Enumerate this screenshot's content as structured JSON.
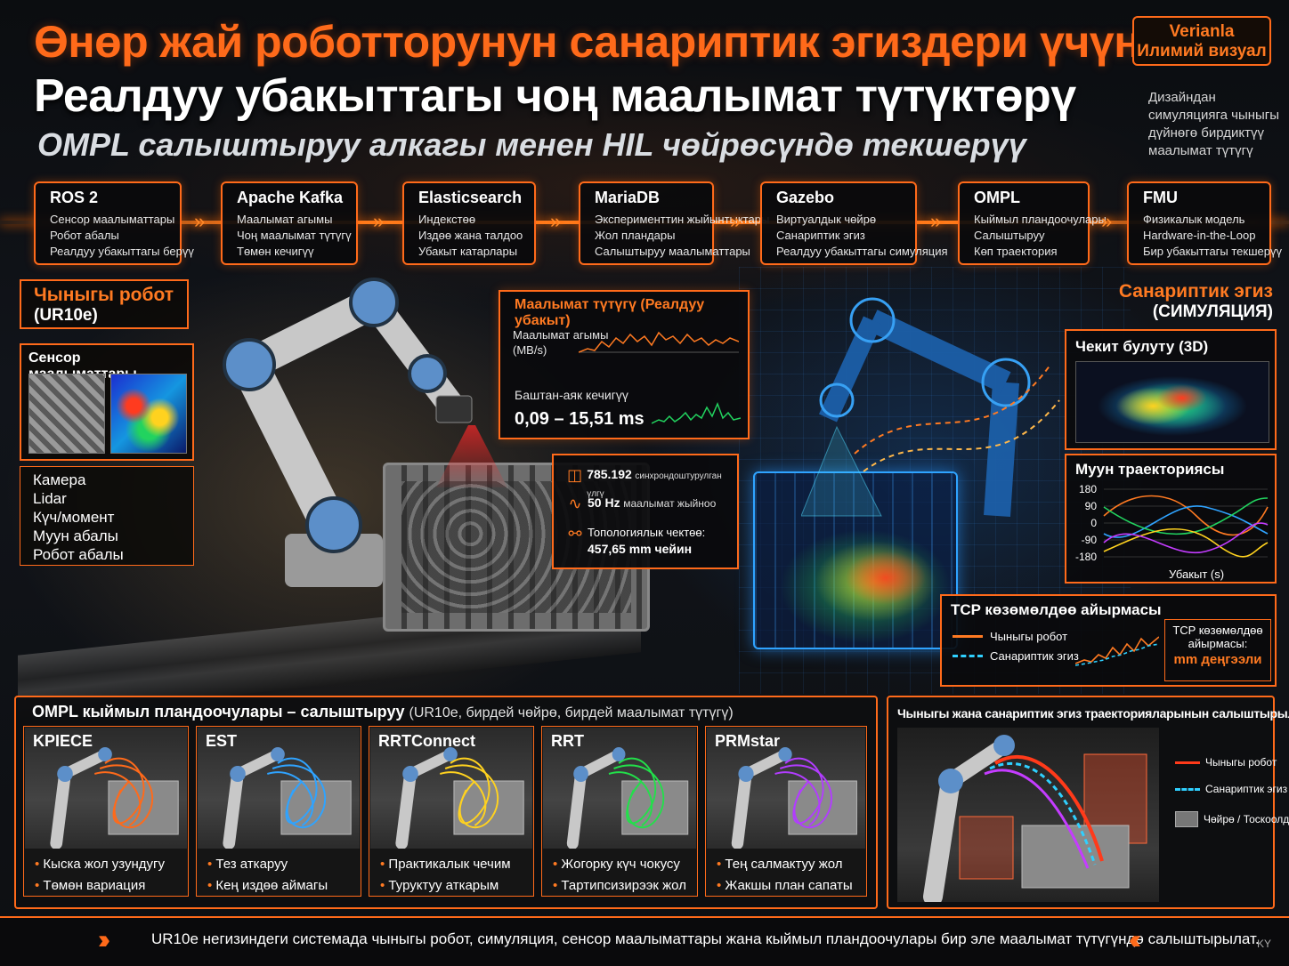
{
  "header": {
    "title_line1": "Өнөр жай роботторунун санариптик эгиздери үчүн",
    "title_line2": "Реалдуу убакыттагы чоң маалымат түтүктөрү",
    "title_line3": "OMPL салыштыруу алкагы менен HIL чөйрөсүндө текшерүү",
    "brand_line1": "Verianla",
    "brand_line2": "Илимий визуал",
    "side_note": "Дизайндан симуляцияга чыныгы дүйнөгө бирдиктүү маалымат түтүгү"
  },
  "pipeline": [
    {
      "title": "ROS 2",
      "lines": [
        "Сенсор маалыматтары",
        "Робот абалы",
        "Реалдуу убакыттагы берүү"
      ]
    },
    {
      "title": "Apache Kafka",
      "lines": [
        "Маалымат агымы",
        "Чоң маалымат түтүгү",
        "Төмөн кечигүү"
      ]
    },
    {
      "title": "Elasticsearch",
      "lines": [
        "Индекстөө",
        "Издөө жана талдоо",
        "Убакыт катарлары"
      ]
    },
    {
      "title": "MariaDB",
      "lines": [
        "Эксперименттин жыйынтыктары",
        "Жол пландары",
        "Салыштыруу маалыматтары"
      ]
    },
    {
      "title": "Gazebo",
      "lines": [
        "Виртуалдык чөйрө",
        "Санариптик эгиз",
        "Реалдуу убакыттагы симуляция"
      ]
    },
    {
      "title": "OMPL",
      "lines": [
        "Кыймыл пландоочулары",
        "Салыштыруу",
        "Көп траектория"
      ]
    },
    {
      "title": "FMU",
      "lines": [
        "Физикалык модель",
        "Hardware-in-the-Loop",
        "Бир убакыттагы текшерүү"
      ]
    }
  ],
  "real_robot": {
    "label": "Чыныгы робот",
    "model": "(UR10e)",
    "sensor_title": "Сенсор маалыматтары",
    "sensors": [
      "Камера",
      "Lidar",
      "Күч/момент",
      "Муун абалы",
      "Робот абалы"
    ]
  },
  "stream": {
    "title": "Маалымат түтүгү (Реалдуу убакыт)",
    "flow_label_1": "Маалымат агымы",
    "flow_label_2": "(MB/s)",
    "latency_label": "Баштан-аяк кечигүү",
    "latency_value": "0,09 – 15,51 ms"
  },
  "stats": {
    "sync_value": "785.192",
    "sync_label": "синхрондоштурулган үлгү",
    "rate_value": "50 Hz",
    "rate_label": "маалымат жыйноо",
    "topo_label": "Топологиялык чектөө:",
    "topo_value": "457,65 mm чейин"
  },
  "twin": {
    "label": "Санариптик эгиз",
    "sub": "(СИМУЛЯЦИЯ)",
    "cloud_title": "Чекит булуту (3D)",
    "joint_title": "Муун траекториясы",
    "joint_xlabel": "Убакыт (s)",
    "joint_ticks": [
      "180",
      "90",
      "0",
      "-90",
      "-180"
    ],
    "tcp_title": "TCP көзөмөлдөө айырмасы",
    "tcp_legend_real": "Чыныгы робот",
    "tcp_legend_twin": "Санариптик эгиз",
    "tcp_sub_1": "TCP көзөмөлдөө",
    "tcp_sub_2": "айырмасы:",
    "tcp_sub_3": "mm деңгээли"
  },
  "ompl": {
    "title_bold": "OMPL кыймыл пландоочулары – салыштыруу",
    "title_sub": "(UR10e, бирдей чөйрө, бирдей маалымат түтүгү)",
    "planners": [
      {
        "name": "KPIECE",
        "b1": "Кыска жол узундугу",
        "b2": "Төмөн вариация",
        "color": "#ff6a1a"
      },
      {
        "name": "EST",
        "b1": "Тез аткаруу",
        "b2": "Кең издөө аймагы",
        "color": "#2fa3ff"
      },
      {
        "name": "RRTConnect",
        "b1": "Практикалык чечим",
        "b2": "Туруктуу аткарым",
        "color": "#ffd21f"
      },
      {
        "name": "RRT",
        "b1": "Жогорку күч чокусу",
        "b2": "Тартипсизирээк жол",
        "color": "#22e04a"
      },
      {
        "name": "PRMstar",
        "b1": "Тең салмактуу жол",
        "b2": "Жакшы план сапаты",
        "color": "#b23cff"
      }
    ]
  },
  "comparison": {
    "title": "Чыныгы жана санариптик эгиз траекторияларынын салыштырылышы",
    "legend_real": "Чыныгы робот",
    "legend_twin": "Санариптик эгиз",
    "legend_obstacle": "Чөйрө / Тоскоолдук"
  },
  "footer": {
    "text": "UR10e негизиндеги системада чыныгы робот, симуляция, сенсор маалыматтары жана кыймыл пландоочулары бир эле маалымат түтүгүндө салыштырылат.",
    "lang": "KY"
  },
  "colors": {
    "accent": "#ff6a1a",
    "twin_blue": "#2fa3ff",
    "text": "#ffffff"
  }
}
